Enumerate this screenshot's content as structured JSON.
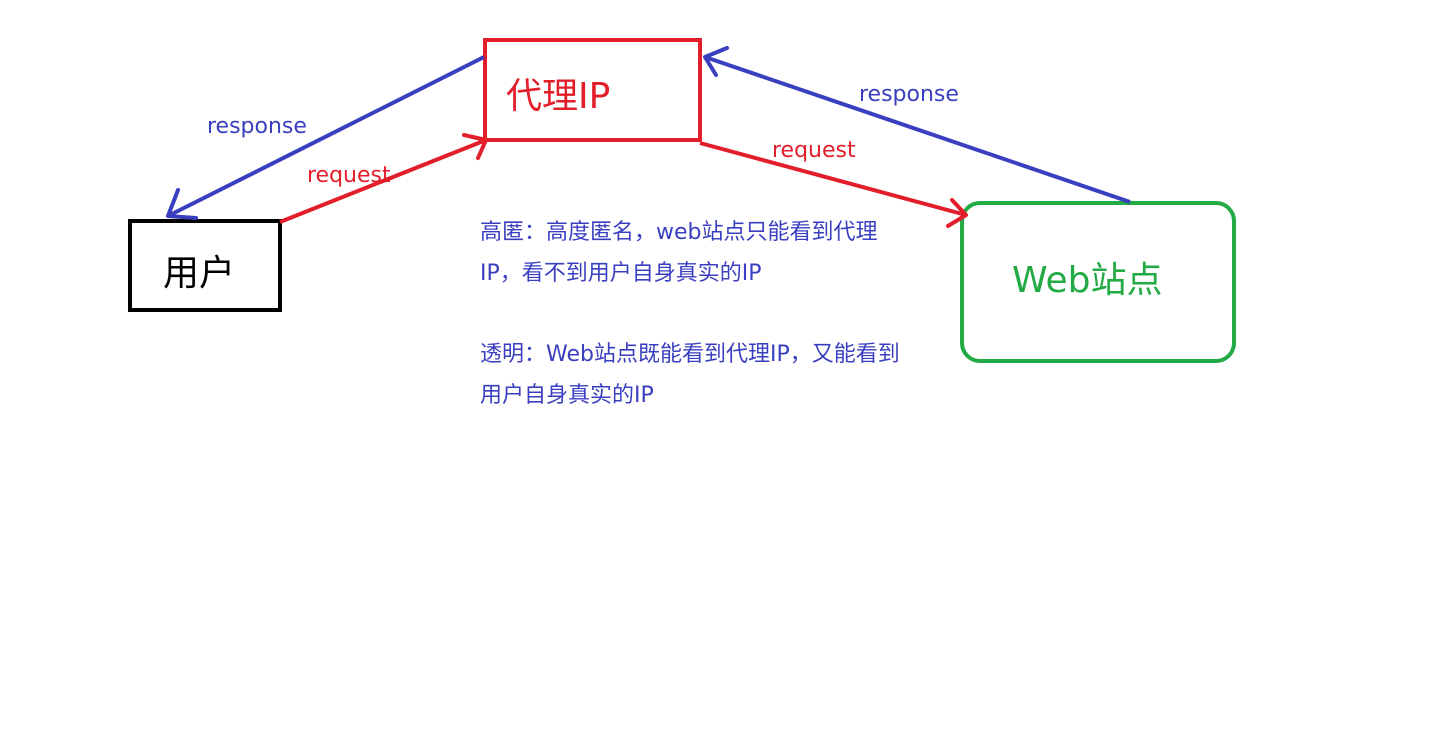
{
  "nodes": {
    "user": {
      "label": "用户",
      "color": "#000000"
    },
    "proxy": {
      "label": "代理IP",
      "color": "#e31e2b"
    },
    "web": {
      "label": "Web站点",
      "color": "#22aa44"
    }
  },
  "edges": {
    "user_to_proxy": {
      "label": "request",
      "color": "#e31e2b"
    },
    "proxy_to_user": {
      "label": "response",
      "color": "#3a3fc0"
    },
    "proxy_to_web": {
      "label": "request",
      "color": "#e31e2b"
    },
    "web_to_proxy": {
      "label": "response",
      "color": "#3a3fc0"
    }
  },
  "notes": {
    "high_anonymity": {
      "line1": "高匿：高度匿名，web站点只能看到代理",
      "line2": "IP，看不到用户自身真实的IP"
    },
    "transparent": {
      "line1": "透明：Web站点既能看到代理IP，又能看到",
      "line2": "用户自身真实的IP"
    }
  }
}
